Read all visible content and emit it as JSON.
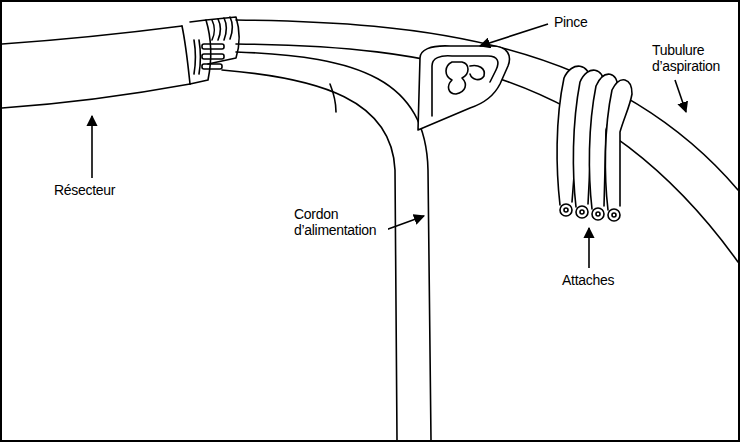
{
  "diagram": {
    "labels": [
      "Pince",
      "Tubulure d’aspiration",
      "Résecteur",
      "Cordon d’alimentation",
      "Attaches"
    ]
  }
}
